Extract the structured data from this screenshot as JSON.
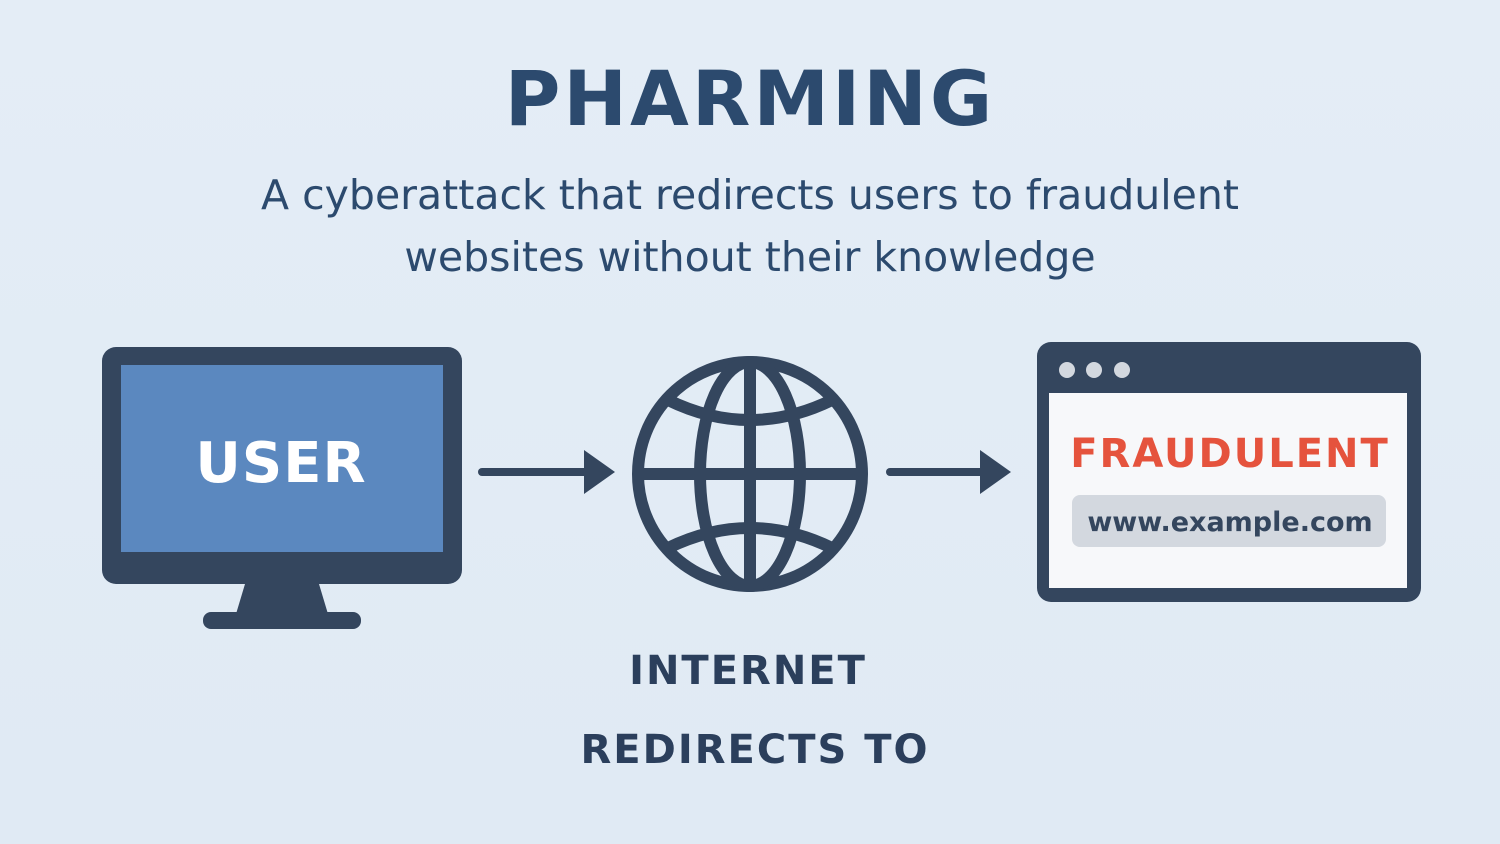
{
  "title": "PHARMING",
  "subtitle": "A cyberattack that redirects users to fraudulent websites without their knowledge",
  "nodes": {
    "user": {
      "label": "USER",
      "icon": "computer-monitor-icon"
    },
    "internet": {
      "label": "INTERNET",
      "icon": "globe-icon"
    },
    "fraudulent_site": {
      "label": "FRAUDULENT",
      "url": "www.example.com",
      "icon": "browser-window-icon"
    }
  },
  "edge_label": "REDIRECTS TO",
  "colors": {
    "background": "#e2ebf5",
    "dark": "#34465e",
    "title": "#2c4a6e",
    "screen_blue": "#5b88bf",
    "alert_red": "#e5533d",
    "url_bar": "#d3d8df",
    "window_white": "#f7f8fa"
  }
}
